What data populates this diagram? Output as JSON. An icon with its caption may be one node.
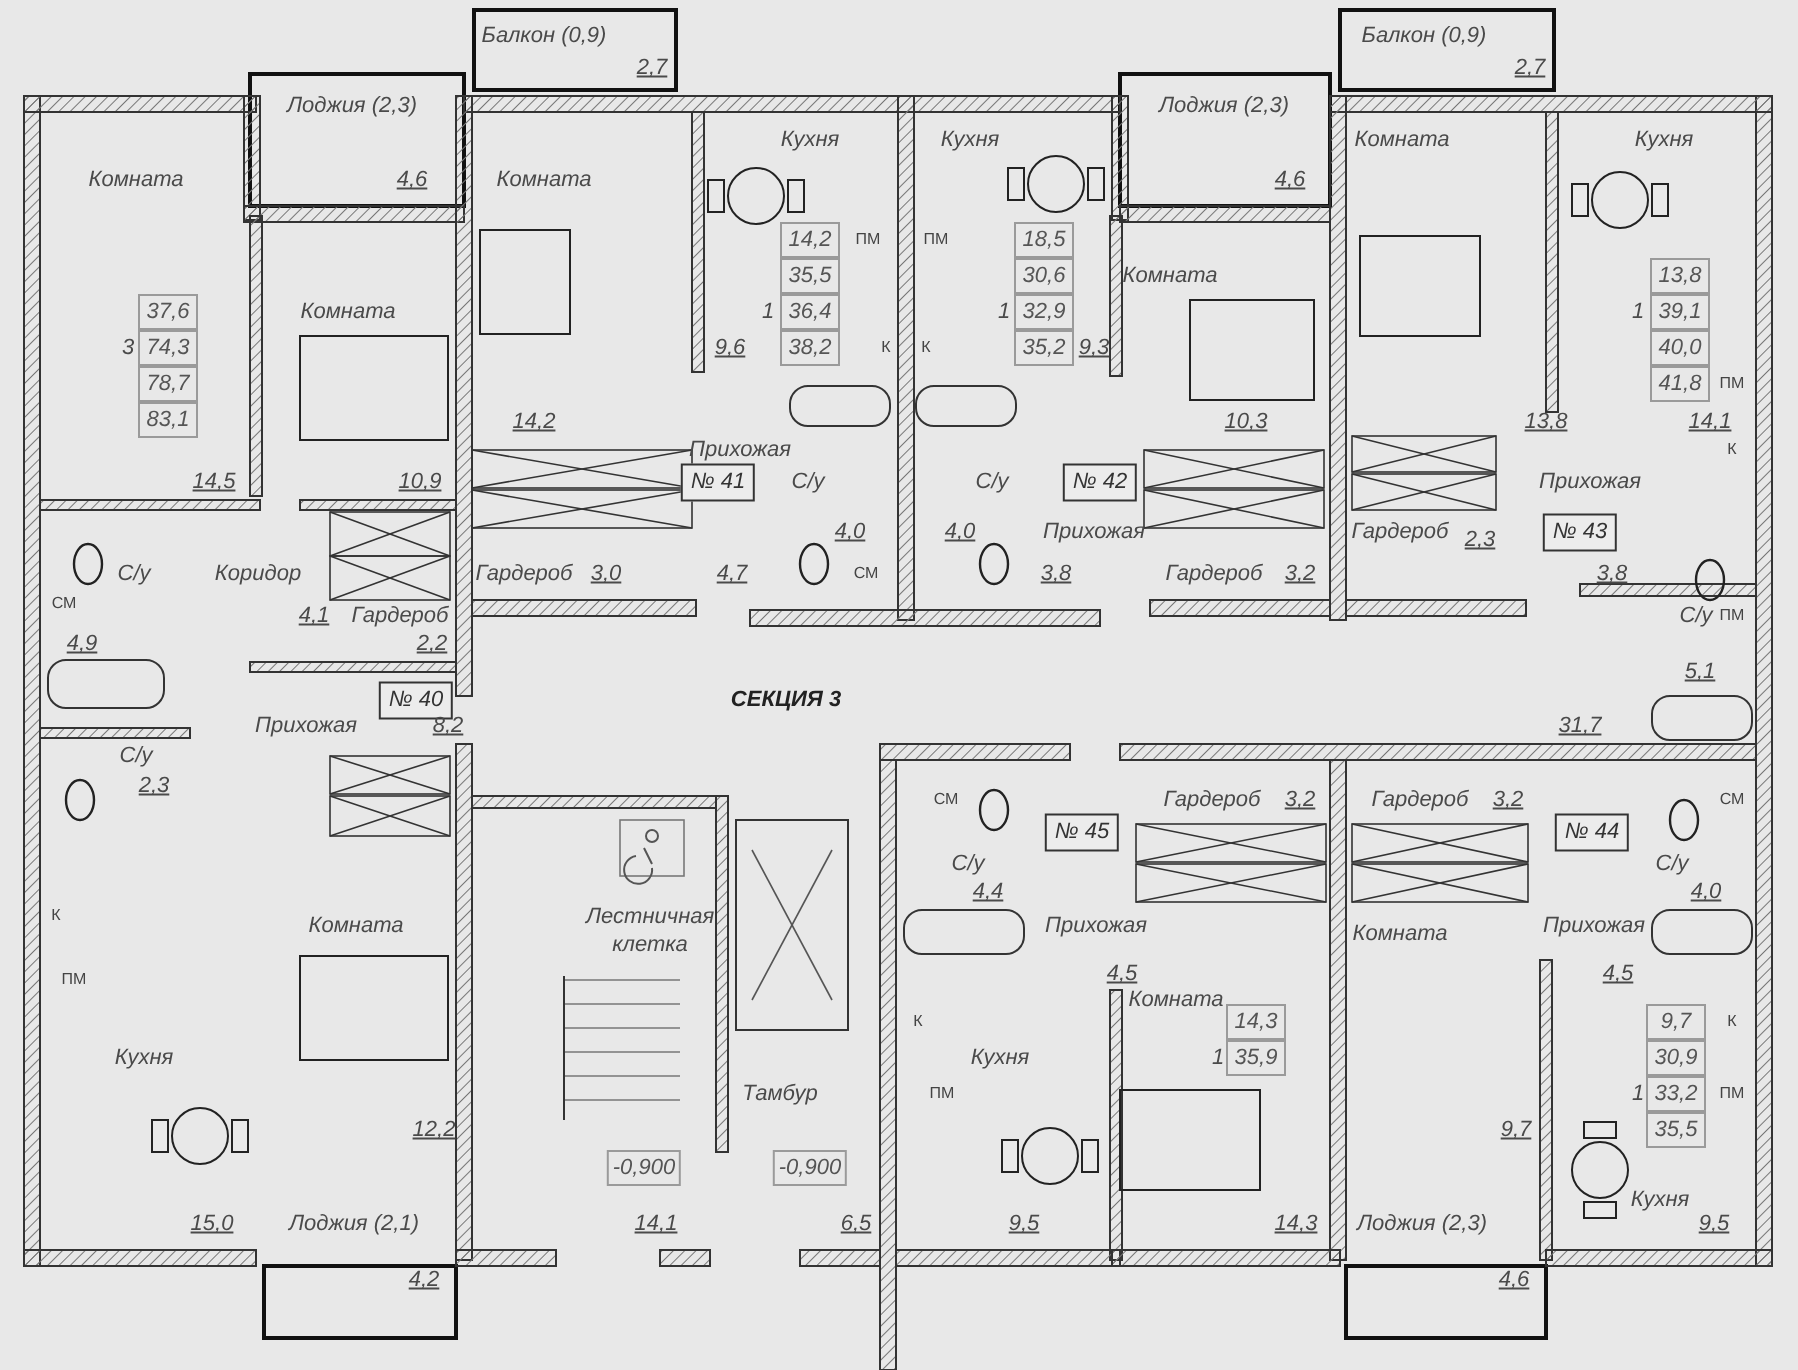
{
  "diagram": {
    "labels": [
      "Балкон (0,9)",
      "Балкон (0,9)",
      "2,7",
      "2,7",
      "Лоджия (2,3)",
      "Лоджия (2,3)",
      "Кухня",
      "Кухня",
      "Комната",
      "Кухня",
      "Комната",
      "4,6",
      "Комната",
      "4,6",
      "14,2",
      "ПМ",
      "ПМ",
      "18,5",
      "35,5",
      "30,6",
      "Комната",
      "13,8",
      "37,6",
      "Комната",
      "1",
      "36,4",
      "1",
      "32,9",
      "1",
      "39,1",
      "3",
      "74,3",
      "9,6",
      "38,2",
      "К",
      "К",
      "35,2",
      "9,3",
      "40,0",
      "78,7",
      "41,8",
      "ПМ",
      "83,1",
      "14,2",
      "10,3",
      "13,8",
      "14,1",
      "Прихожая",
      "К",
      "14,5",
      "10,9",
      "№ 41",
      "С/у",
      "С/у",
      "№ 42",
      "Прихожая",
      "4,0",
      "4,0",
      "Прихожая",
      "Гардероб",
      "2,3",
      "№ 43",
      "С/у",
      "Коридор",
      "Гардероб",
      "3,0",
      "4,7",
      "СМ",
      "3,8",
      "Гардероб",
      "3,2",
      "3,8",
      "СМ",
      "4,1",
      "Гардероб",
      "С/у",
      "ПМ",
      "4,9",
      "2,2",
      "5,1",
      "№ 40",
      "СЕКЦИЯ 3",
      "Прихожая",
      "8,2",
      "31,7",
      "С/у",
      "2,3",
      "СМ",
      "Гардероб",
      "3,2",
      "Гардероб",
      "3,2",
      "СМ",
      "№ 45",
      "№ 44",
      "С/у",
      "С/у",
      "4,4",
      "4,0",
      "К",
      "Комната",
      "Лестничная клетка",
      "Прихожая",
      "Комната",
      "Прихожая",
      "ПМ",
      "4,5",
      "4,5",
      "Комната",
      "К",
      "14,3",
      "9,7",
      "К",
      "Кухня",
      "Кухня",
      "1",
      "35,9",
      "30,9",
      "Тамбур",
      "ПМ",
      "1",
      "33,2",
      "ПМ",
      "12,2",
      "9,7",
      "35,5",
      "-0,900",
      "-0,900",
      "Кухня",
      "15,0",
      "Лоджия (2,1)",
      "14,1",
      "6,5",
      "9,5",
      "14,3",
      "Лоджия (2,3)",
      "9,5",
      "4,2",
      "4,6"
    ]
  }
}
